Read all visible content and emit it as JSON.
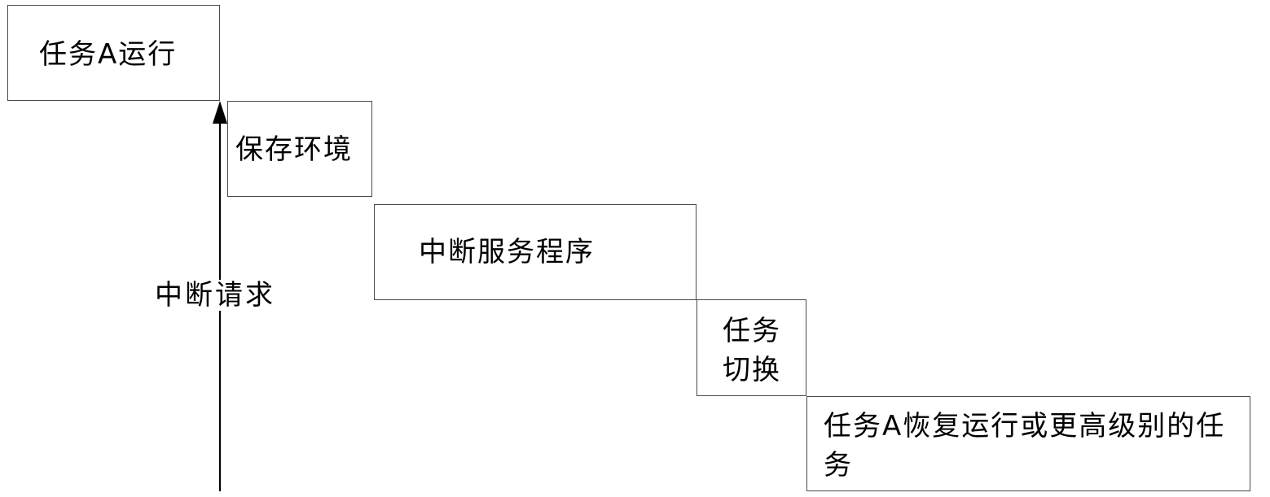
{
  "boxes": {
    "task_a_run": "任务A运行",
    "save_context": "保存环境",
    "isr": "中断服务程序",
    "task_switch": "任务切换",
    "task_resume": "任务A恢复运行或更高级别的任务"
  },
  "arrow": {
    "label": "中断请求"
  },
  "colors": {
    "stroke": "#4a4a4a",
    "text": "#000000",
    "background": "#ffffff"
  }
}
